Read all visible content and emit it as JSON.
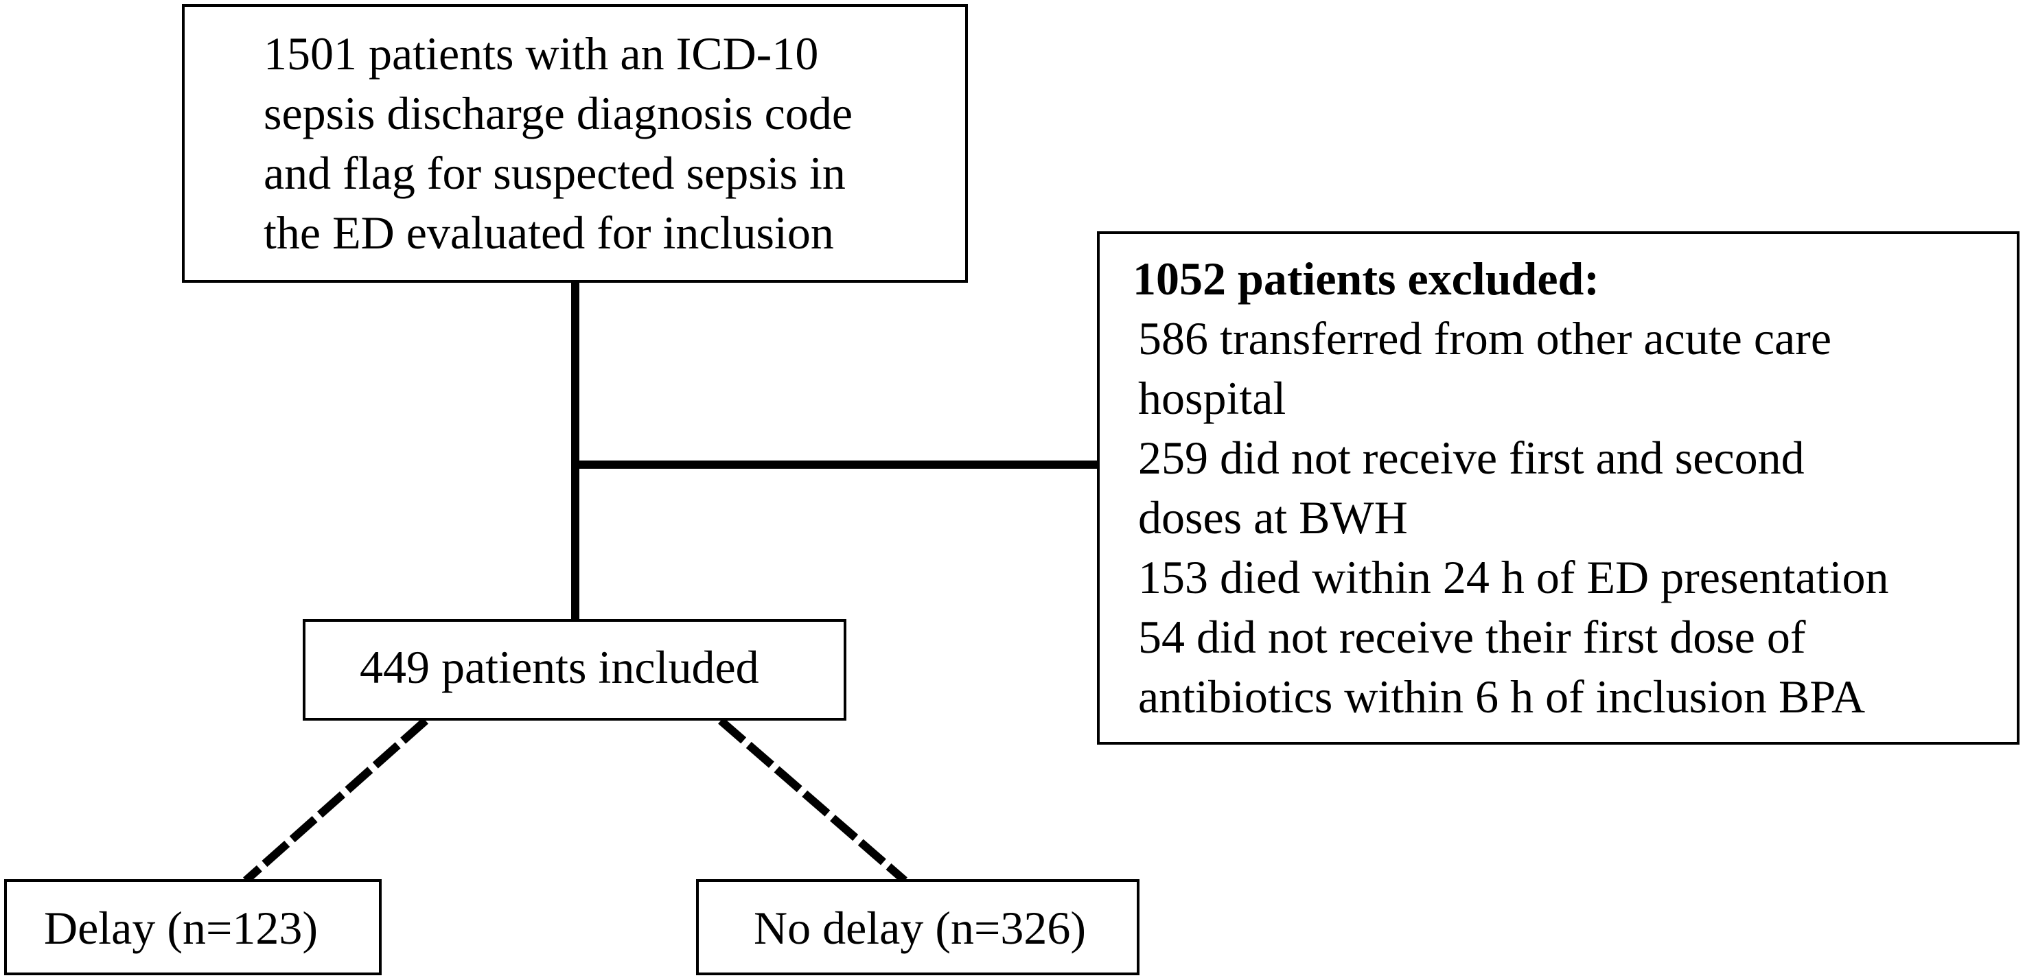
{
  "nodes": {
    "screened": {
      "lines": [
        "1501 patients with an ICD-10",
        "sepsis discharge diagnosis code",
        "and flag for suspected sepsis in",
        "the ED evaluated for inclusion"
      ]
    },
    "excluded": {
      "heading": "1052 patients excluded:",
      "lines": [
        "586 transferred from other acute care",
        "hospital",
        "259 did not receive first and second",
        "doses at BWH",
        "153 died within 24 h of ED presentation",
        "54 did not receive their first dose of",
        "antibiotics within 6 h of inclusion BPA"
      ]
    },
    "included": {
      "label": "449 patients included"
    },
    "delay": {
      "label": "Delay (n=123)"
    },
    "no_delay": {
      "label": "No delay (n=326)"
    }
  },
  "edges": [
    {
      "from": "screened",
      "to": "included",
      "style": "solid"
    },
    {
      "from": "screened",
      "to": "excluded",
      "style": "solid"
    },
    {
      "from": "included",
      "to": "delay",
      "style": "dashed"
    },
    {
      "from": "included",
      "to": "no_delay",
      "style": "dashed"
    }
  ]
}
